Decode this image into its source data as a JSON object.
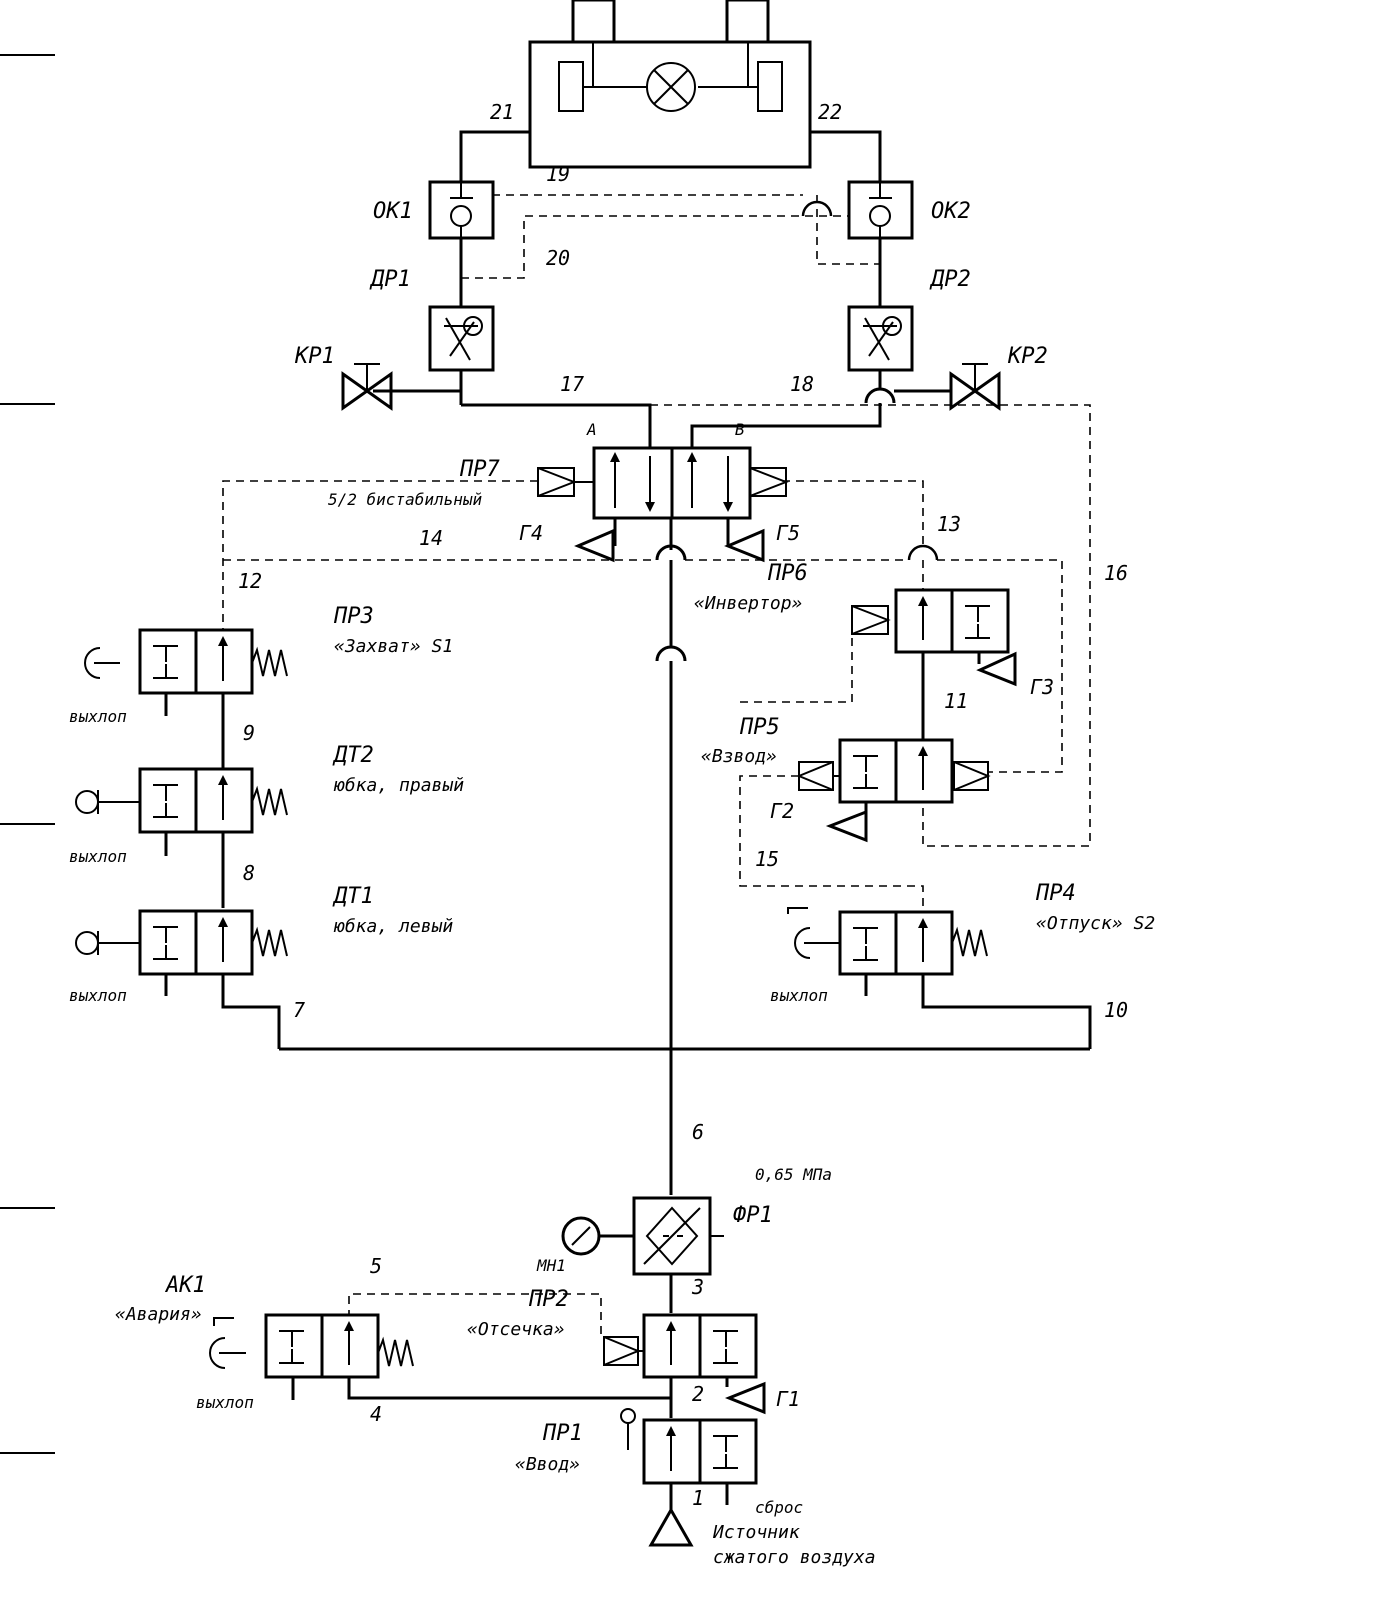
{
  "source": {
    "label_line1": "Источник",
    "label_line2": "сжатого воздуха"
  },
  "pr1": {
    "name": "ПР1",
    "sub": "«Ввод»",
    "reset": "сброс"
  },
  "pr2": {
    "name": "ПР2",
    "sub": "«Отсечка»"
  },
  "ak1": {
    "name": "АК1",
    "sub": "«Авария»",
    "exhaust": "выхлоп"
  },
  "fr1": {
    "name": "ФР1",
    "pressure": "0,65 МПа"
  },
  "mn1": {
    "name": "МН1"
  },
  "pr3": {
    "name": "ПР3",
    "sub": "«Захват» S1",
    "exhaust": "выхлоп"
  },
  "dt2": {
    "name": "ДТ2",
    "sub": "юбка, правый",
    "exhaust": "выхлоп"
  },
  "dt1": {
    "name": "ДТ1",
    "sub": "юбка, левый",
    "exhaust": "выхлоп"
  },
  "pr4": {
    "name": "ПР4",
    "sub": "«Отпуск» S2",
    "exhaust": "выхлоп"
  },
  "pr5": {
    "name": "ПР5",
    "sub": "«Взвод»"
  },
  "pr6": {
    "name": "ПР6",
    "sub": "«Инвертор»"
  },
  "pr7": {
    "name": "ПР7",
    "sub": "5/2 бистабильный",
    "port_a": "А",
    "port_b": "В"
  },
  "ok1": {
    "name": "ОК1"
  },
  "ok2": {
    "name": "ОК2"
  },
  "dr1": {
    "name": "ДР1"
  },
  "dr2": {
    "name": "ДР2"
  },
  "kr1": {
    "name": "КР1"
  },
  "kr2": {
    "name": "КР2"
  },
  "silencers": {
    "g1": "Г1",
    "g2": "Г2",
    "g3": "Г3",
    "g4": "Г4",
    "g5": "Г5"
  },
  "lines": {
    "n1": "1",
    "n2": "2",
    "n3": "3",
    "n4": "4",
    "n5": "5",
    "n6": "6",
    "n7": "7",
    "n8": "8",
    "n9": "9",
    "n10": "10",
    "n11": "11",
    "n12": "12",
    "n13": "13",
    "n14": "14",
    "n15": "15",
    "n16": "16",
    "n17": "17",
    "n18": "18",
    "n19": "19",
    "n20": "20",
    "n21": "21",
    "n22": "22"
  }
}
